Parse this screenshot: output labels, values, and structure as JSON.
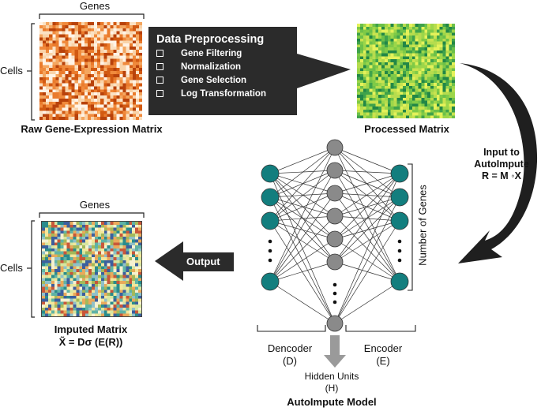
{
  "raw": {
    "genes_label": "Genes",
    "cells_label": "Cells",
    "caption": "Raw Gene-Expression Matrix"
  },
  "preprocessing": {
    "title": "Data Preprocessing",
    "steps": [
      "Gene Filtering",
      "Normalization",
      "Gene Selection",
      "Log Transformation"
    ]
  },
  "processed": {
    "caption": "Processed Matrix"
  },
  "input": {
    "line1": "Input to",
    "line2": "AutoImpute",
    "formula": "R = M ◦X"
  },
  "output": {
    "label": "Output"
  },
  "imputed": {
    "genes_label": "Genes",
    "cells_label": "Cells",
    "caption": "Imputed Matrix",
    "formula": "X̃ = Dσ (E(R))"
  },
  "network": {
    "side_label": "Number of Genes",
    "decoder_line1": "Dencoder",
    "decoder_line2": "(D)",
    "encoder_line1": "Encoder",
    "encoder_line2": "(E)",
    "hidden_line1": "Hidden Units",
    "hidden_line2": "(H)",
    "model_title": "AutoImpute Model",
    "colors": {
      "outer_node": "#137e7e",
      "hidden_node": "#8a8a8a"
    }
  }
}
